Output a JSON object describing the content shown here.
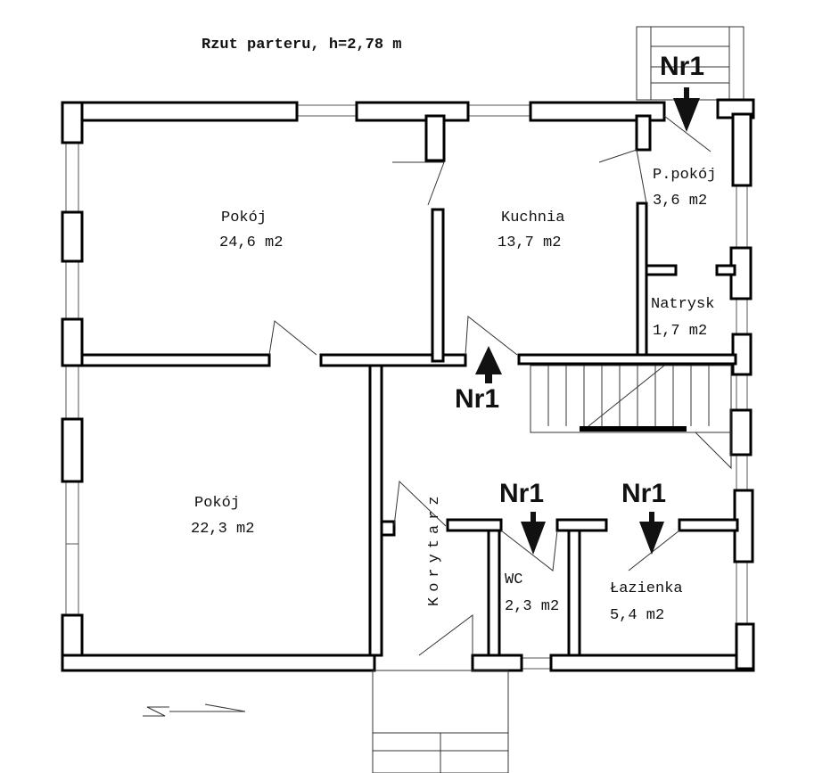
{
  "title": "Rzut parteru, h=2,78 m",
  "rooms": [
    {
      "name": "Pokój",
      "area": "24,6 m2"
    },
    {
      "name": "Kuchnia",
      "area": "13,7 m2"
    },
    {
      "name": "P.pokój",
      "area": "3,6 m2"
    },
    {
      "name": "Natrysk",
      "area": "1,7 m2"
    },
    {
      "name": "Pokój",
      "area": "22,3 m2"
    },
    {
      "name": "Korytarz"
    },
    {
      "name": "WC",
      "area": "2,3 m2"
    },
    {
      "name": "Łazienka",
      "area": "5,4 m2"
    }
  ],
  "markers": [
    "Nr1",
    "Nr1",
    "Nr1",
    "Nr1"
  ]
}
